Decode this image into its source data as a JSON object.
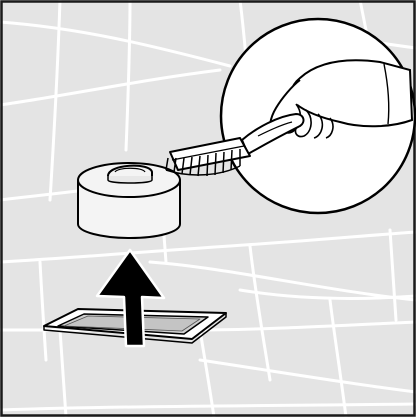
{
  "illustration": {
    "subject": "remove-drain-cover-and-clean-with-brush",
    "colors": {
      "floor": "#e4e4e4",
      "grout": "#ffffff",
      "outline": "#000000",
      "frame": "#1a1a1a",
      "drain_basin": "#cfcfcf",
      "cap_fill": "#f4f4f4",
      "arrow": "#000000",
      "callout_fill": "#ffffff"
    },
    "icons": [
      "floor-drain",
      "drain-cover-cap",
      "up-arrow-icon",
      "hand-icon",
      "scrub-brush-icon"
    ]
  }
}
